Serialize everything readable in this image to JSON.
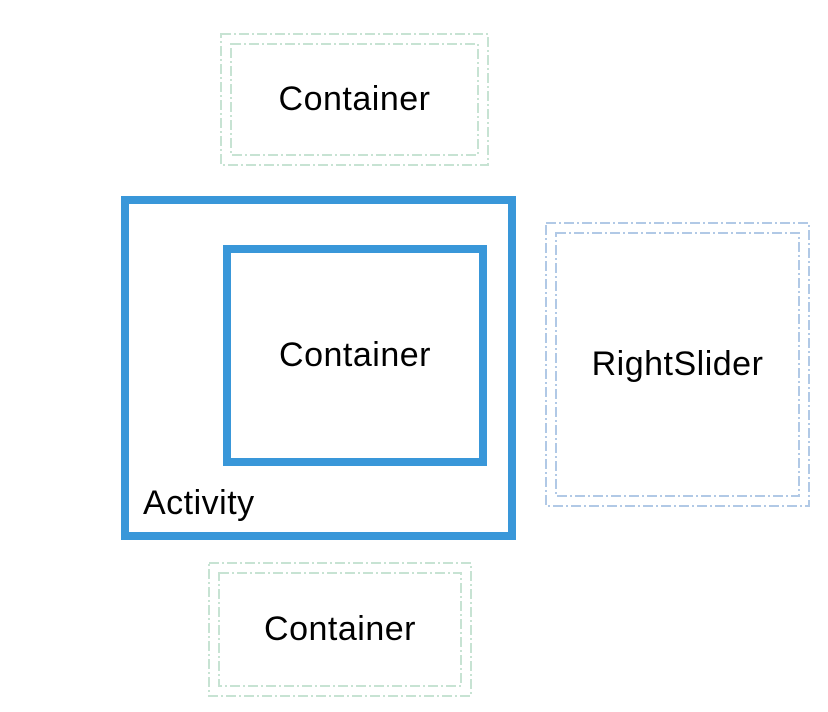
{
  "diagram": {
    "colors": {
      "background": "#FFFFFF",
      "activity_border": "#3997D9",
      "container_dash": "#C7E3D3",
      "right_slider_dash": "#B1C9E6",
      "label_text": "#000000"
    },
    "boxes": {
      "top_container": {
        "label": "Container"
      },
      "activity": {
        "label": "Activity"
      },
      "inner_container": {
        "label": "Container"
      },
      "right_slider": {
        "label": "RightSlider"
      },
      "bottom_container": {
        "label": "Container"
      }
    }
  }
}
